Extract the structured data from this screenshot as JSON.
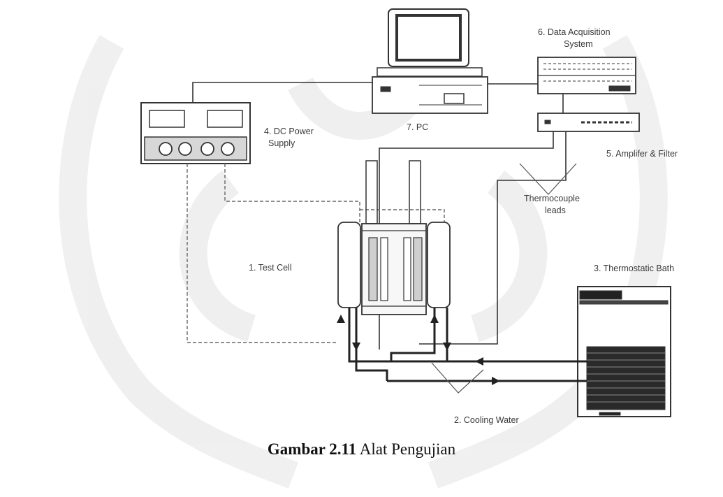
{
  "figure": {
    "labels": {
      "pc": "7. PC",
      "daq_line1": "6. Data Acquisition",
      "daq_line2": "System",
      "power_line1": "4. DC Power",
      "power_line2": "Supply",
      "amplifier": "5. Amplifer & Filter",
      "thermo_line1": "Thermocouple",
      "thermo_line2": "leads",
      "test_cell": "1. Test Cell",
      "bath": "3. Thermostatic Bath",
      "cooling": "2. Cooling Water"
    },
    "caption": {
      "number": "Gambar 2.11",
      "text": "Alat Pengujian"
    }
  }
}
